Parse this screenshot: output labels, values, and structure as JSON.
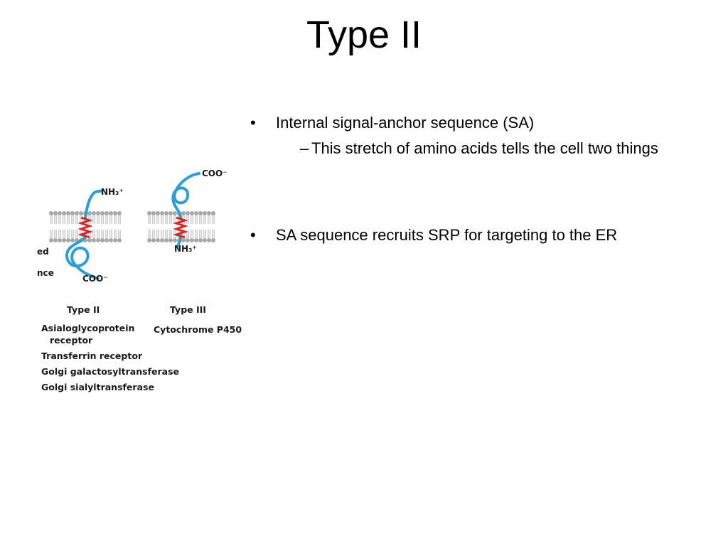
{
  "slide": {
    "title": "Type II",
    "bullets": [
      {
        "marker": "•",
        "text": "Internal signal-anchor sequence (SA)",
        "sub": [
          {
            "marker": "–",
            "text": "This stretch of amino acids tells the cell two things"
          }
        ]
      },
      {
        "marker": "•",
        "text": "SA sequence recruits SRP for targeting to the ER",
        "sub": []
      }
    ]
  },
  "figure": {
    "fragment_left_top": "ed",
    "fragment_left_bottom": "nce",
    "type2": {
      "nh3_label": "NH₃⁺",
      "coo_label": "COO⁻",
      "heading": "Type II",
      "examples": [
        "Asialoglycoprotein",
        "receptor",
        "Transferrin receptor",
        "Golgi galactosyltransferase",
        "Golgi sialyltransferase"
      ]
    },
    "type3": {
      "coo_label": "COO⁻",
      "nh3_label": "NH₃⁺",
      "heading": "Type III",
      "examples": [
        "Cytochrome P450"
      ]
    },
    "colors": {
      "chain": "#2a9fd6",
      "helix": "#d62828",
      "lipid_head": "#a8a8a8",
      "lipid_tail": "#bdbdbd"
    }
  }
}
